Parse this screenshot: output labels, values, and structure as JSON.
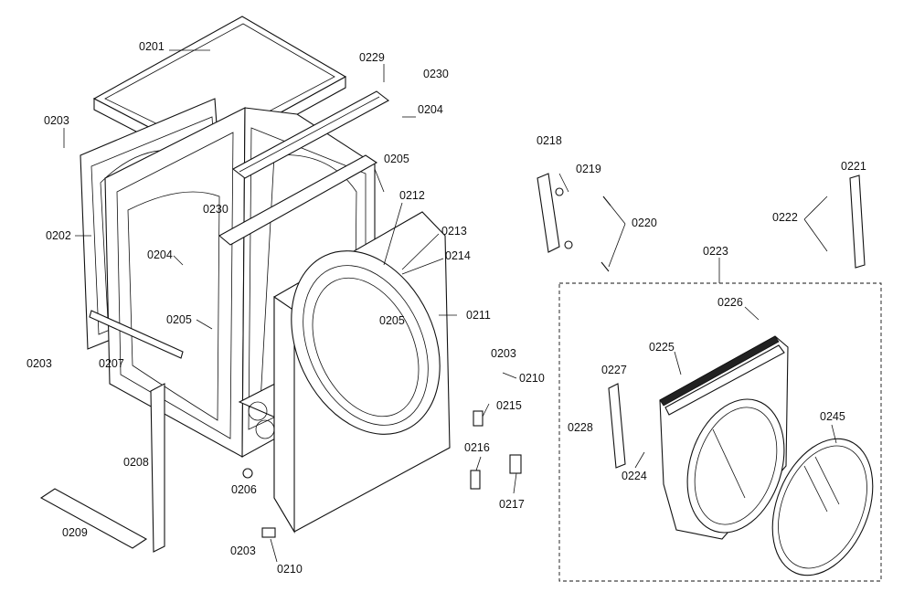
{
  "parts": {
    "p0201": "0201",
    "p0202": "0202",
    "p0203a": "0203",
    "p0203b": "0203",
    "p0203c": "0203",
    "p0203d": "0203",
    "p0204a": "0204",
    "p0204b": "0204",
    "p0205a": "0205",
    "p0205b": "0205",
    "p0205c": "0205",
    "p0206": "0206",
    "p0207": "0207",
    "p0208": "0208",
    "p0209": "0209",
    "p0210a": "0210",
    "p0210b": "0210",
    "p0211": "0211",
    "p0212": "0212",
    "p0213": "0213",
    "p0214": "0214",
    "p0215": "0215",
    "p0216": "0216",
    "p0217": "0217",
    "p0218": "0218",
    "p0219": "0219",
    "p0220": "0220",
    "p0221": "0221",
    "p0222": "0222",
    "p0223": "0223",
    "p0224": "0224",
    "p0225": "0225",
    "p0226": "0226",
    "p0227": "0227",
    "p0228": "0228",
    "p0229": "0229",
    "p0230a": "0230",
    "p0230b": "0230",
    "p0245": "0245"
  }
}
